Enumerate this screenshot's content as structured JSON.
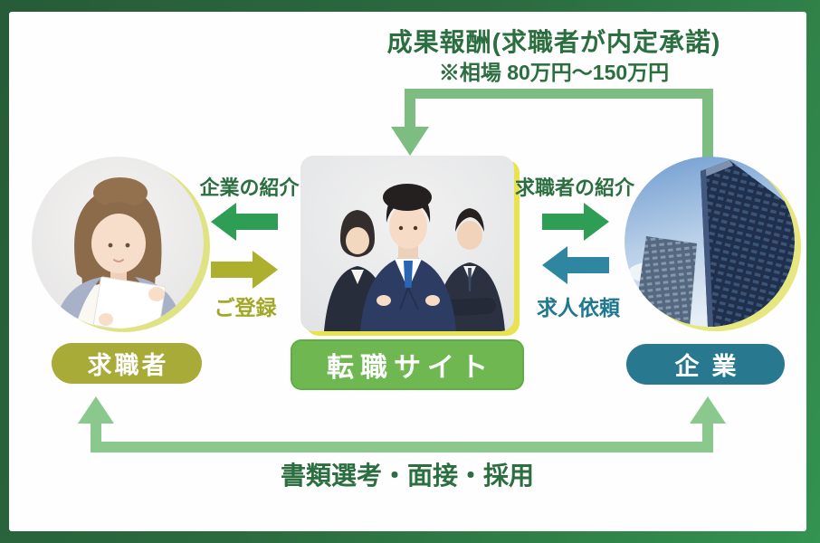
{
  "header": {
    "fee_title": "成果報酬(求職者が内定承諾)",
    "fee_note": "※相場 80万円～150万円"
  },
  "entities": {
    "job_seeker_label": "求職者",
    "job_site_label": "転職サイト",
    "company_label": "企業"
  },
  "flows": {
    "company_intro_label": "企業の紹介",
    "registration_label": "ご登録",
    "candidate_intro_label": "求職者の紹介",
    "job_request_label": "求人依頼",
    "hiring_process_label": "書類選考・面接・採用"
  },
  "icons": {
    "job_seeker_photo": "woman-job-seeker-photo",
    "job_site_photo": "three-business-people-photo",
    "company_photo": "office-buildings-photo",
    "left_green_arrow": "arrow-left",
    "right_olive_arrow": "arrow-right",
    "right_green_arrow": "arrow-right",
    "left_teal_arrow": "arrow-left",
    "top_connector": "elbow-arrow-down",
    "bottom_connector": "u-connector-arrows-up"
  },
  "colors": {
    "frame_green_dark": "#265c37",
    "frame_green_light": "#339350",
    "title_green": "#2b6e3f",
    "connector_green_top": "#7dbd82",
    "connector_green_bottom": "#8bc88e",
    "arrow_green": "#2f9e55",
    "arrow_olive": "#adb02c",
    "arrow_teal": "#2e86a1",
    "pill_olive": "#a9ab38",
    "pill_green": "#6fb750",
    "pill_teal": "#28798f",
    "highlight_yellow": "#e9e34f"
  }
}
